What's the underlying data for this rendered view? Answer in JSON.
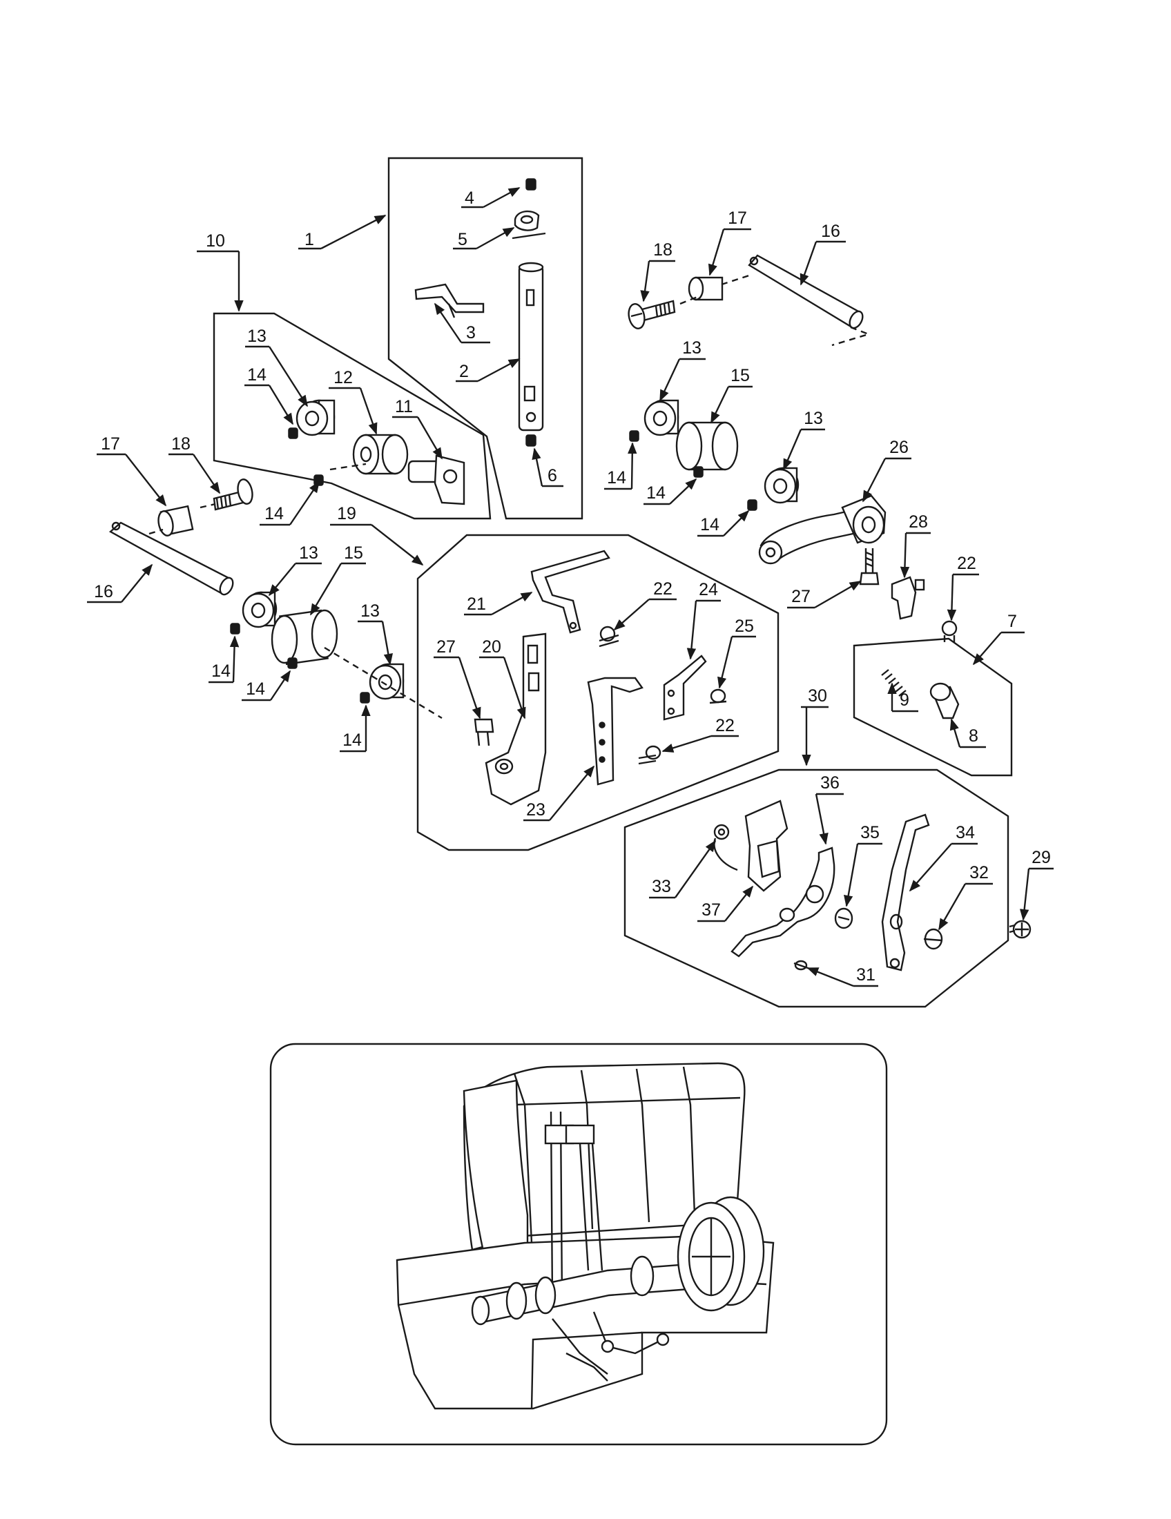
{
  "diagram": {
    "callouts": [
      "1",
      "2",
      "3",
      "4",
      "5",
      "6",
      "7",
      "8",
      "9",
      "10",
      "11",
      "12",
      "13",
      "14",
      "15",
      "16",
      "17",
      "18",
      "19",
      "20",
      "21",
      "22",
      "23",
      "24",
      "25",
      "26",
      "27",
      "28",
      "29",
      "30",
      "31",
      "32",
      "33",
      "34",
      "35",
      "36",
      "37"
    ]
  },
  "inset": {
    "subject": "overlock sewing machine with cover open showing shaft and looper mechanism"
  }
}
